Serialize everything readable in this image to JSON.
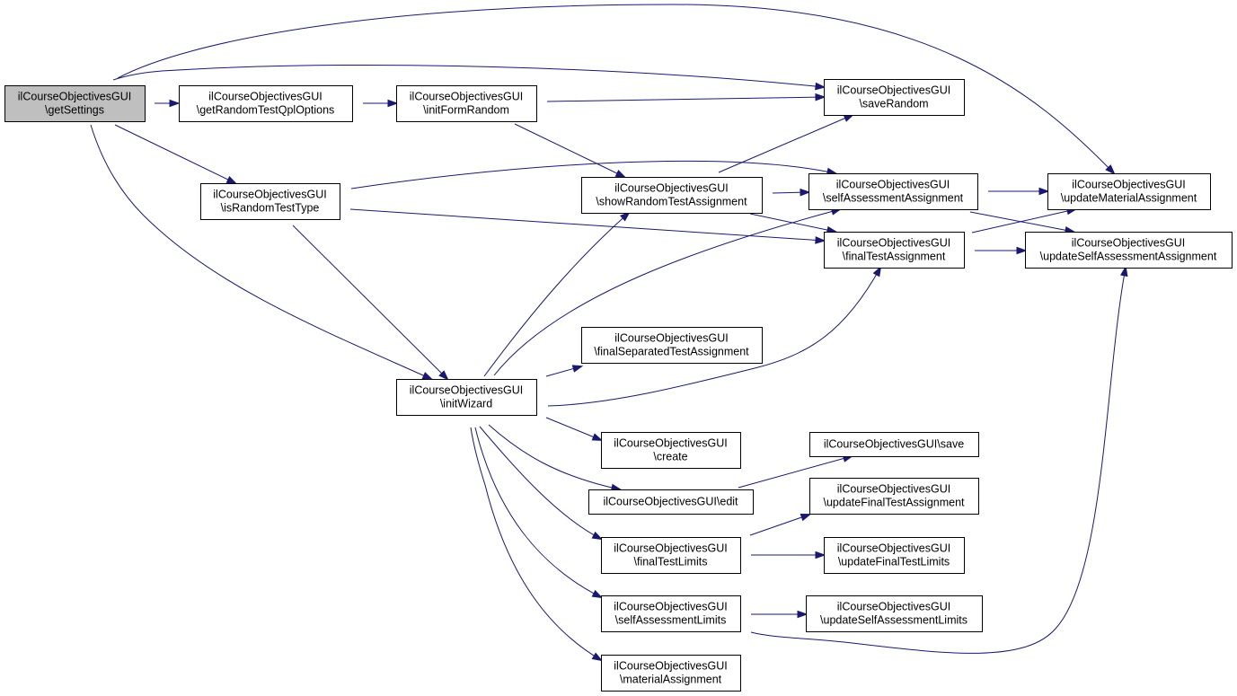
{
  "graph": {
    "type": "call-graph",
    "edge_color": "#191970",
    "root_fill": "#bfbfbf",
    "nodes": [
      {
        "id": "getSettings",
        "lines": [
          "ilCourseObjectivesGUI",
          "\\getSettings"
        ],
        "root": true
      },
      {
        "id": "getRandomTestQplOptions",
        "lines": [
          "ilCourseObjectivesGUI",
          "\\getRandomTestQplOptions"
        ]
      },
      {
        "id": "initFormRandom",
        "lines": [
          "ilCourseObjectivesGUI",
          "\\initFormRandom"
        ]
      },
      {
        "id": "saveRandom",
        "lines": [
          "ilCourseObjectivesGUI",
          "\\saveRandom"
        ]
      },
      {
        "id": "isRandomTestType",
        "lines": [
          "ilCourseObjectivesGUI",
          "\\isRandomTestType"
        ]
      },
      {
        "id": "showRandomTestAssignment",
        "lines": [
          "ilCourseObjectivesGUI",
          "\\showRandomTestAssignment"
        ]
      },
      {
        "id": "selfAssessmentAssignment",
        "lines": [
          "ilCourseObjectivesGUI",
          "\\selfAssessmentAssignment"
        ]
      },
      {
        "id": "updateMaterialAssignment",
        "lines": [
          "ilCourseObjectivesGUI",
          "\\updateMaterialAssignment"
        ]
      },
      {
        "id": "finalTestAssignment",
        "lines": [
          "ilCourseObjectivesGUI",
          "\\finalTestAssignment"
        ]
      },
      {
        "id": "updateSelfAssessmentAssignment",
        "lines": [
          "ilCourseObjectivesGUI",
          "\\updateSelfAssessmentAssignment"
        ]
      },
      {
        "id": "finalSeparatedTestAssignment",
        "lines": [
          "ilCourseObjectivesGUI",
          "\\finalSeparatedTestAssignment"
        ]
      },
      {
        "id": "initWizard",
        "lines": [
          "ilCourseObjectivesGUI",
          "\\initWizard"
        ]
      },
      {
        "id": "create",
        "lines": [
          "ilCourseObjectivesGUI",
          "\\create"
        ]
      },
      {
        "id": "save",
        "lines": [
          "ilCourseObjectivesGUI\\save"
        ]
      },
      {
        "id": "edit",
        "lines": [
          "ilCourseObjectivesGUI\\edit"
        ]
      },
      {
        "id": "updateFinalTestAssignment",
        "lines": [
          "ilCourseObjectivesGUI",
          "\\updateFinalTestAssignment"
        ]
      },
      {
        "id": "finalTestLimits",
        "lines": [
          "ilCourseObjectivesGUI",
          "\\finalTestLimits"
        ]
      },
      {
        "id": "updateFinalTestLimits",
        "lines": [
          "ilCourseObjectivesGUI",
          "\\updateFinalTestLimits"
        ]
      },
      {
        "id": "selfAssessmentLimits",
        "lines": [
          "ilCourseObjectivesGUI",
          "\\selfAssessmentLimits"
        ]
      },
      {
        "id": "updateSelfAssessmentLimits",
        "lines": [
          "ilCourseObjectivesGUI",
          "\\updateSelfAssessmentLimits"
        ]
      },
      {
        "id": "materialAssignment",
        "lines": [
          "ilCourseObjectivesGUI",
          "\\materialAssignment"
        ]
      }
    ],
    "edges": [
      {
        "from": "getRandomTestQplOptions",
        "to": "getSettings"
      },
      {
        "from": "isRandomTestType",
        "to": "getSettings"
      },
      {
        "from": "initWizard",
        "to": "getSettings"
      },
      {
        "from": "saveRandom",
        "to": "getSettings"
      },
      {
        "from": "updateMaterialAssignment",
        "to": "getSettings"
      },
      {
        "from": "initFormRandom",
        "to": "getRandomTestQplOptions"
      },
      {
        "from": "saveRandom",
        "to": "initFormRandom"
      },
      {
        "from": "showRandomTestAssignment",
        "to": "initFormRandom"
      },
      {
        "from": "selfAssessmentAssignment",
        "to": "isRandomTestType"
      },
      {
        "from": "finalTestAssignment",
        "to": "isRandomTestType"
      },
      {
        "from": "initWizard",
        "to": "isRandomTestType"
      },
      {
        "from": "saveRandom",
        "to": "showRandomTestAssignment"
      },
      {
        "from": "selfAssessmentAssignment",
        "to": "showRandomTestAssignment"
      },
      {
        "from": "finalTestAssignment",
        "to": "showRandomTestAssignment"
      },
      {
        "from": "updateMaterialAssignment",
        "to": "selfAssessmentAssignment"
      },
      {
        "from": "updateSelfAssessmentAssignment",
        "to": "selfAssessmentAssignment"
      },
      {
        "from": "updateMaterialAssignment",
        "to": "finalTestAssignment"
      },
      {
        "from": "updateSelfAssessmentAssignment",
        "to": "finalTestAssignment"
      },
      {
        "from": "showRandomTestAssignment",
        "to": "initWizard"
      },
      {
        "from": "selfAssessmentAssignment",
        "to": "initWizard"
      },
      {
        "from": "finalSeparatedTestAssignment",
        "to": "initWizard"
      },
      {
        "from": "finalTestAssignment",
        "to": "initWizard"
      },
      {
        "from": "create",
        "to": "initWizard"
      },
      {
        "from": "edit",
        "to": "initWizard"
      },
      {
        "from": "finalTestLimits",
        "to": "initWizard"
      },
      {
        "from": "selfAssessmentLimits",
        "to": "initWizard"
      },
      {
        "from": "materialAssignment",
        "to": "initWizard"
      },
      {
        "from": "save",
        "to": "edit"
      },
      {
        "from": "updateFinalTestAssignment",
        "to": "finalTestLimits"
      },
      {
        "from": "updateFinalTestLimits",
        "to": "finalTestLimits"
      },
      {
        "from": "updateSelfAssessmentLimits",
        "to": "selfAssessmentLimits"
      },
      {
        "from": "updateSelfAssessmentAssignment",
        "to": "selfAssessmentLimits"
      }
    ]
  }
}
